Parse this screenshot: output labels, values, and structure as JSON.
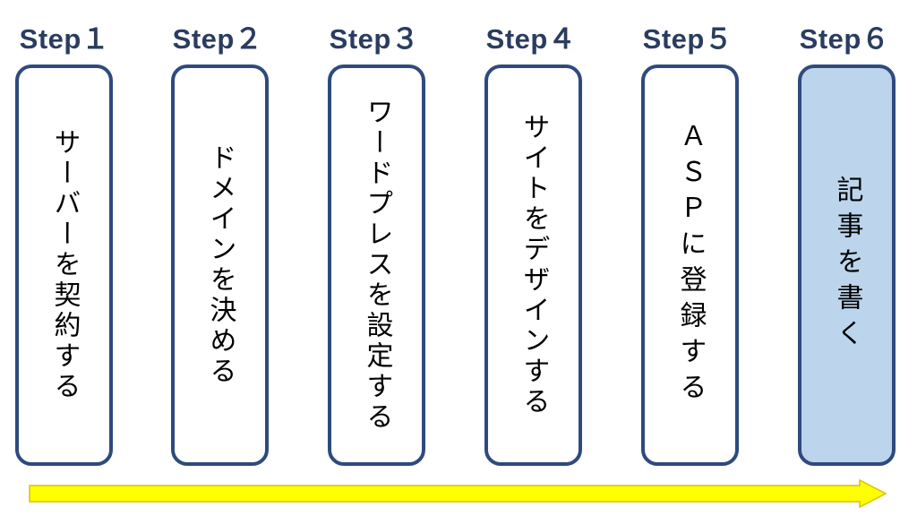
{
  "steps": [
    {
      "title": "Step１",
      "text": "サーバーを契約する"
    },
    {
      "title": "Step２",
      "text": "ドメインを決める"
    },
    {
      "title": "Step３",
      "text": "ワードプレスを設定する"
    },
    {
      "title": "Step４",
      "text": "サイトをデザインする"
    },
    {
      "title": "Step５",
      "text": "ＡＳＰに登録する"
    },
    {
      "title": "Step６",
      "text": "記事を書く"
    }
  ],
  "colors": {
    "title_text": "#2a3d60",
    "box_border": "#2e4a7e",
    "box_fill": "#ffffff",
    "highlight_fill": "#bcd5ec",
    "arrow_fill": "#ffff00",
    "arrow_stroke": "#d6c400"
  }
}
